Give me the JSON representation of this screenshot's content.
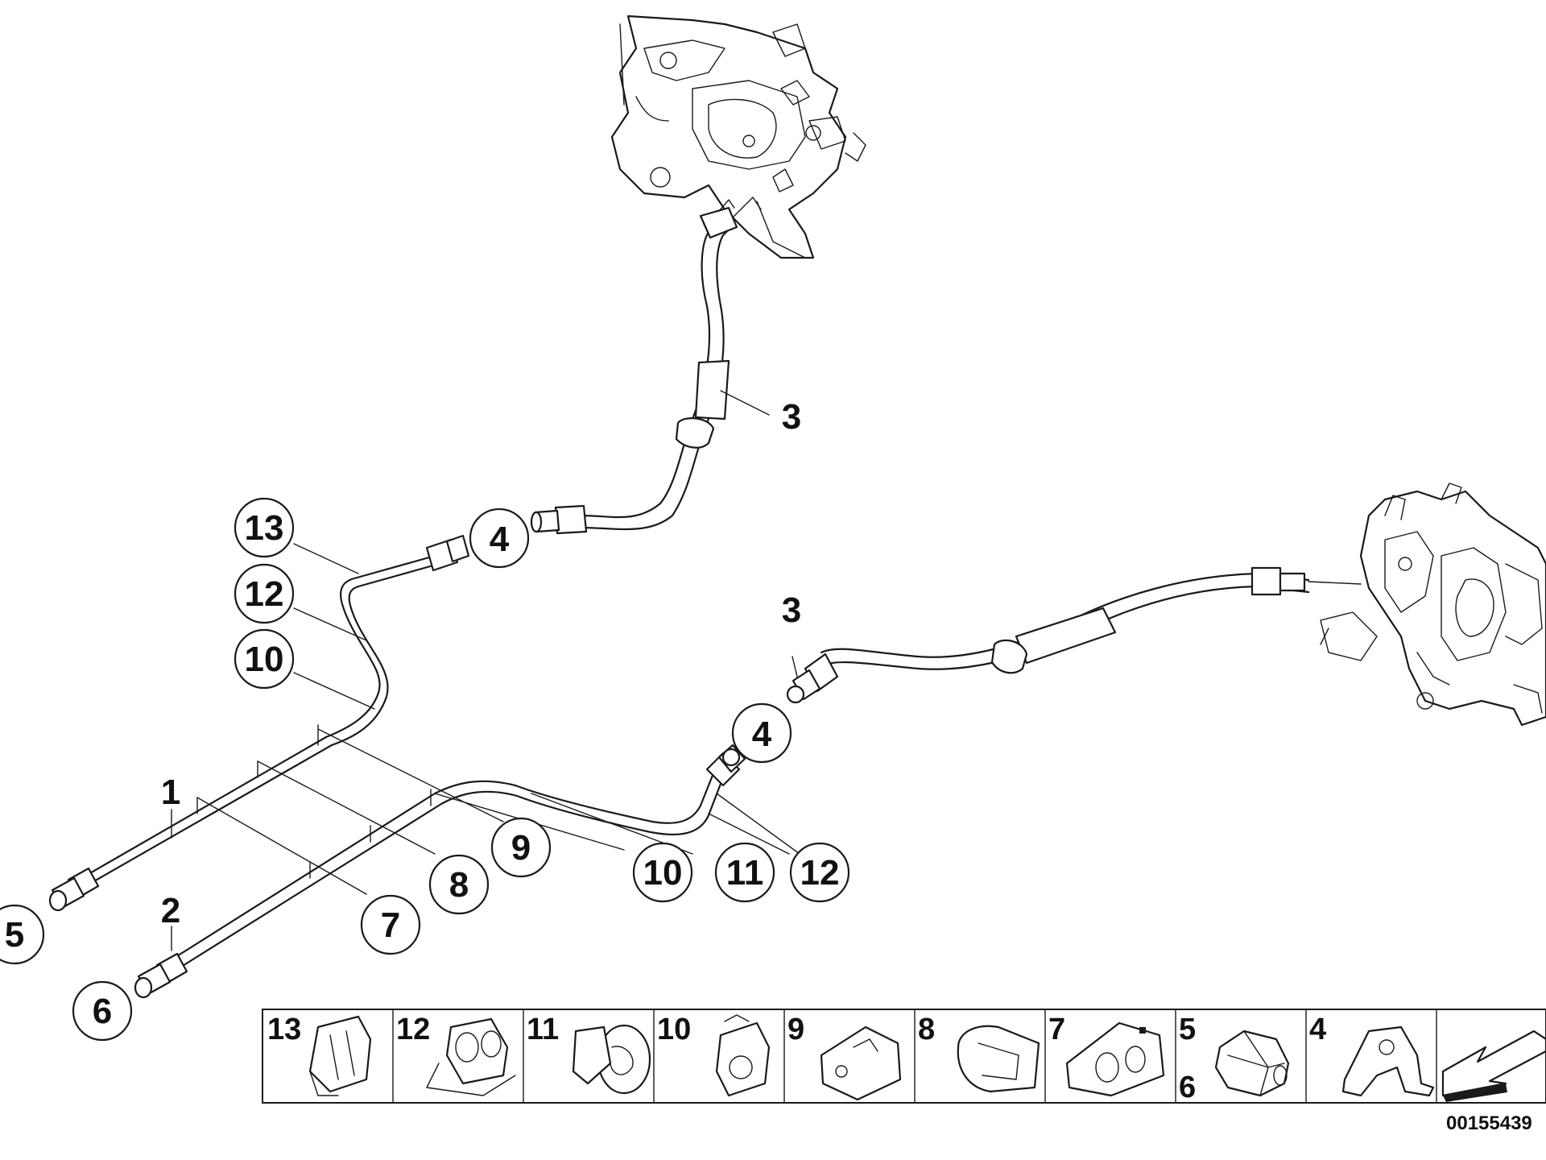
{
  "callouts": {
    "c1": "1",
    "c2": "2",
    "c3_top": "3",
    "c3_right": "3",
    "c4_top": "4",
    "c4_right": "4",
    "c5": "5",
    "c6": "6",
    "c7": "7",
    "c8": "8",
    "c9": "9",
    "c10_left": "10",
    "c10_bottom": "10",
    "c11": "11",
    "c12_left": "12",
    "c12_bottom": "12",
    "c13": "13"
  },
  "parts_strip": [
    {
      "label": "13",
      "icon": "clip-holder-icon"
    },
    {
      "label": "12",
      "icon": "double-clip-icon"
    },
    {
      "label": "11",
      "icon": "push-clip-icon"
    },
    {
      "label": "10",
      "icon": "grommet-clip-icon"
    },
    {
      "label": "9",
      "icon": "bracket-clip-icon"
    },
    {
      "label": "8",
      "icon": "u-clip-icon"
    },
    {
      "label": "7",
      "icon": "pipe-clip-icon"
    },
    {
      "label": "5",
      "label2": "6",
      "icon": "hex-nut-icon"
    },
    {
      "label": "4",
      "icon": "bracket-icon"
    },
    {
      "label": "",
      "icon": "arrow-icon"
    }
  ],
  "reference_number": "00155439"
}
